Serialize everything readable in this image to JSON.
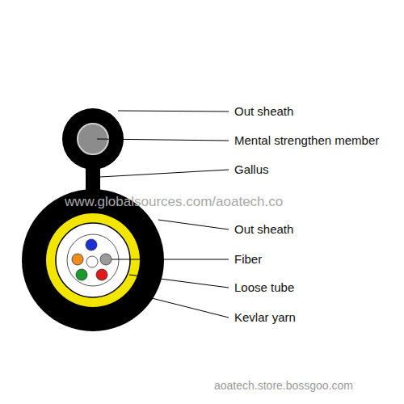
{
  "diagram": {
    "labels": [
      "Out sheath",
      "Mental strengthen member",
      "Gallus",
      "Out sheath",
      "Fiber",
      "Loose tube",
      "Kevlar yarn",
      "www.globalsources.com/aoatech.co",
      "aoatech.store.bossgoo.com"
    ]
  }
}
